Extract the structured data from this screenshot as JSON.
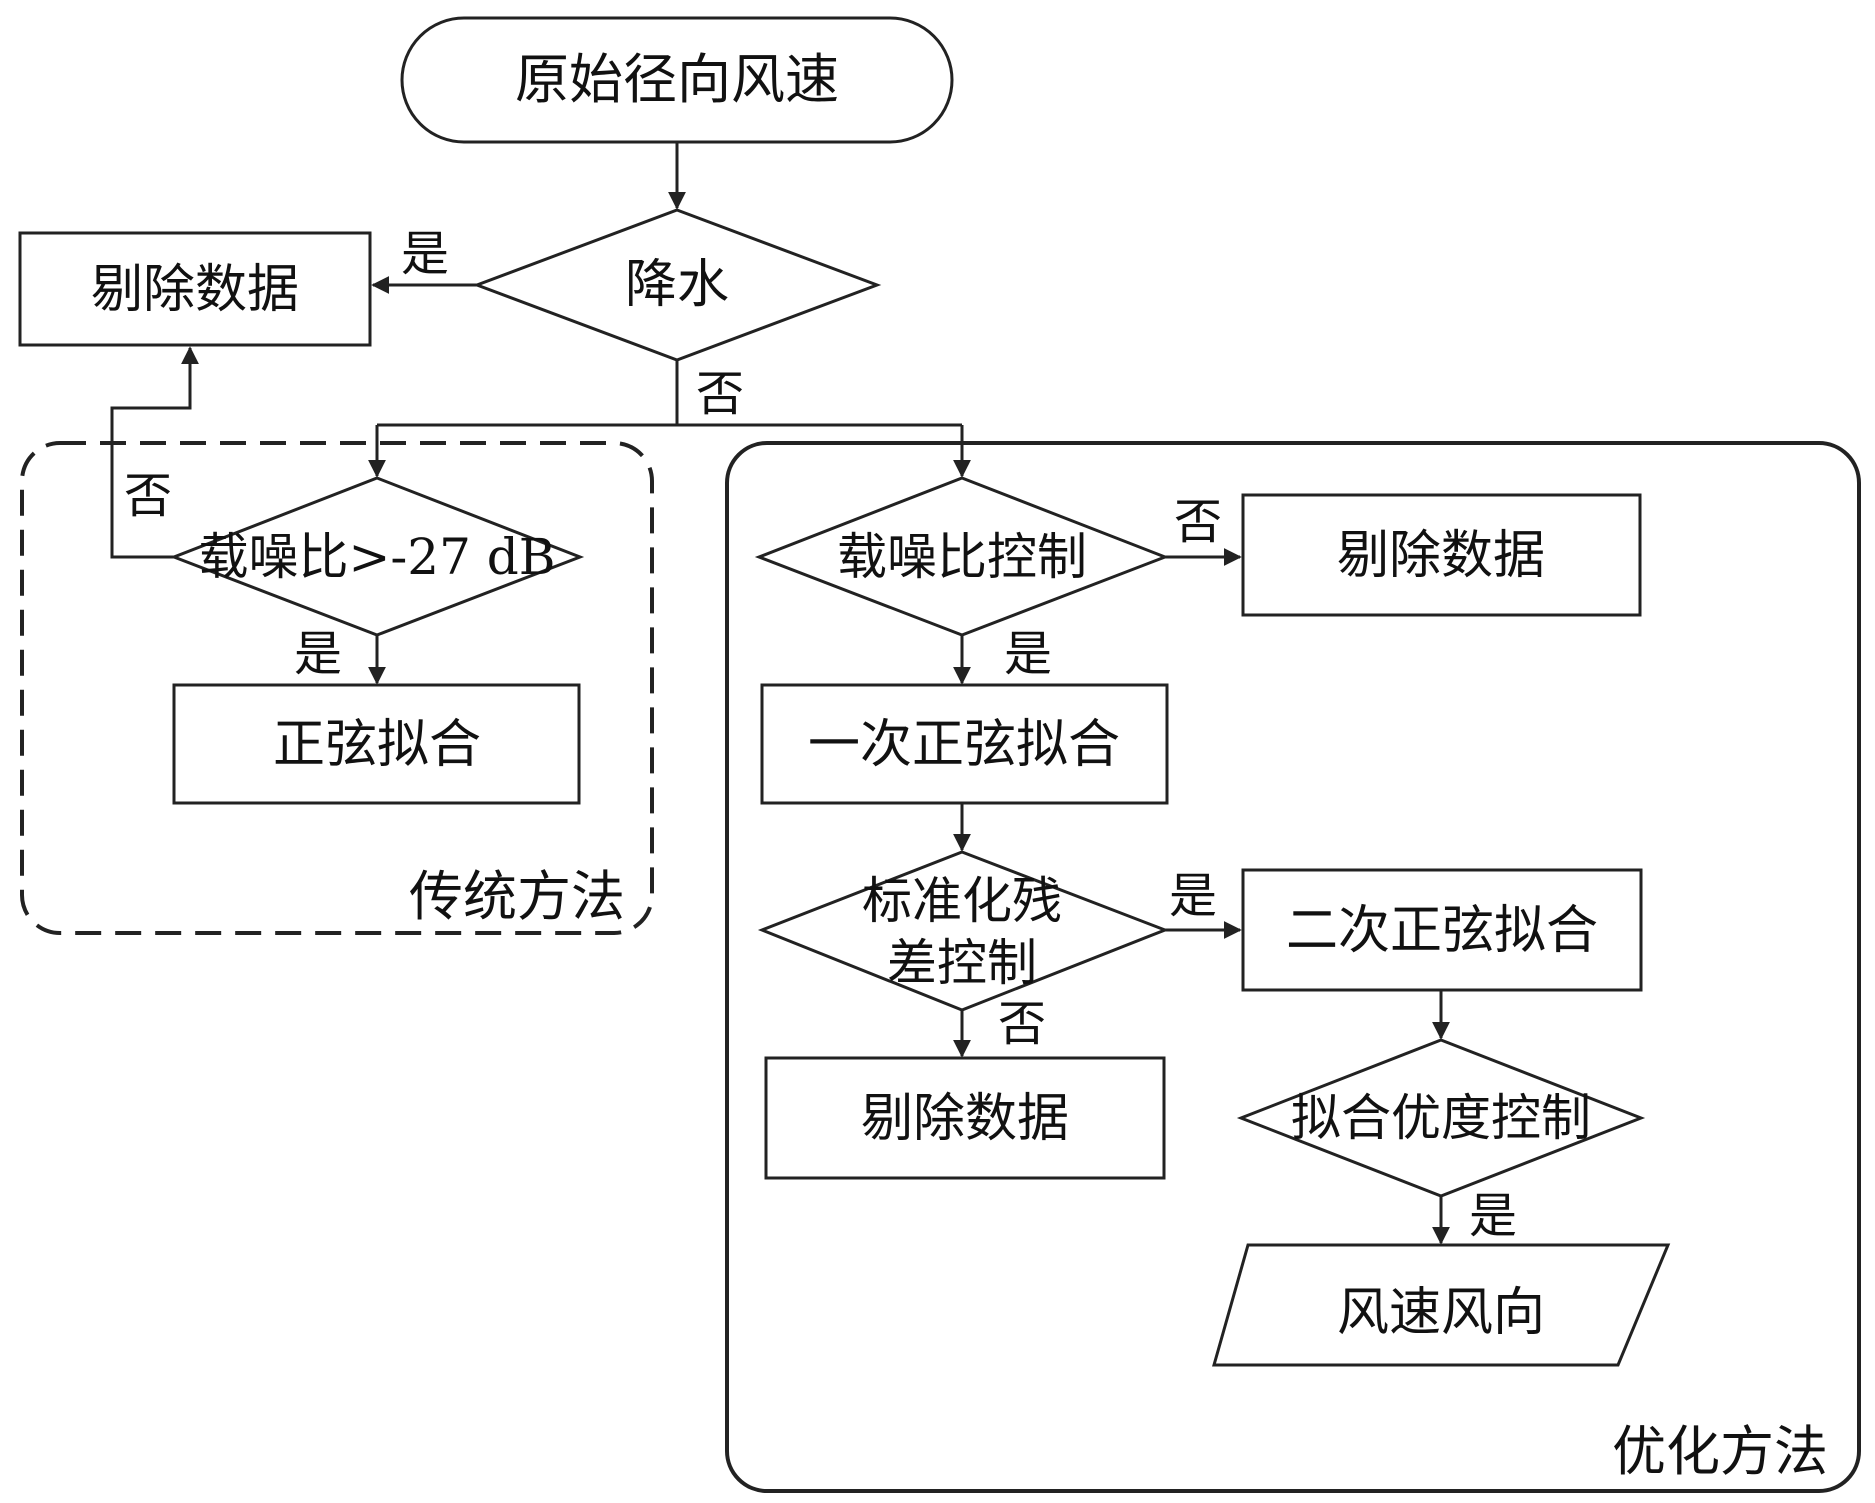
{
  "nodes": {
    "start": "原始径向风速",
    "rain": "降水",
    "remove_top": "剔除数据",
    "cnr_traditional": "载噪比>-27 dB",
    "sine_fit": "正弦拟合",
    "cnr_control": "载噪比控制",
    "remove_right": "剔除数据",
    "first_fit": "一次正弦拟合",
    "residual_line1": "标准化残",
    "residual_line2": "差控制",
    "second_fit": "二次正弦拟合",
    "remove_bottom": "剔除数据",
    "goodness": "拟合优度控制",
    "output": "风速风向"
  },
  "groups": {
    "traditional": "传统方法",
    "optimized": "优化方法"
  },
  "edge_labels": {
    "yes": "是",
    "no": "否"
  }
}
